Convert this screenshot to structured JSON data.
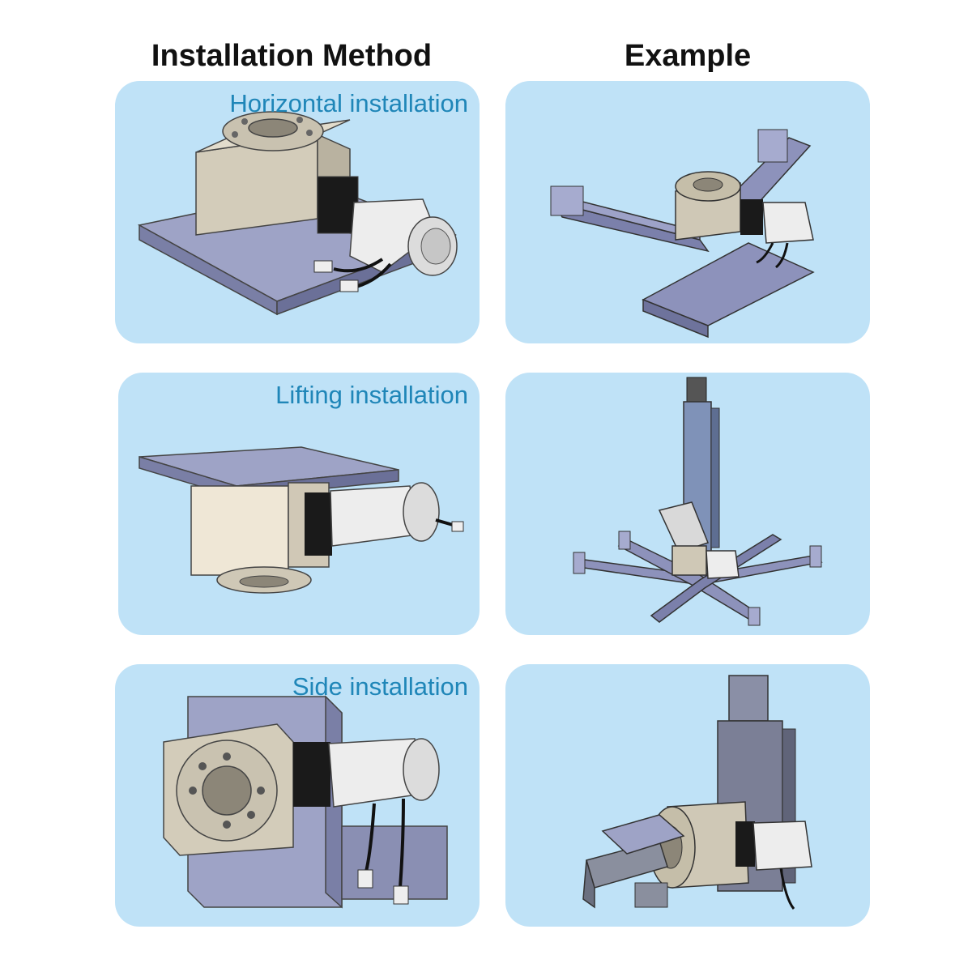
{
  "headers": {
    "installation_method": "Installation Method",
    "example": "Example"
  },
  "methods": [
    {
      "label": "Horizontal installation"
    },
    {
      "label": "Lifting installation"
    },
    {
      "label": "Side installation"
    }
  ],
  "colors": {
    "panel_background": "#bfe2f7",
    "label_text": "#1f86b8",
    "header_text": "#111111",
    "base_plate": "#8a8fb3",
    "housing": "#cfc8b6",
    "motor": "#ececec"
  }
}
